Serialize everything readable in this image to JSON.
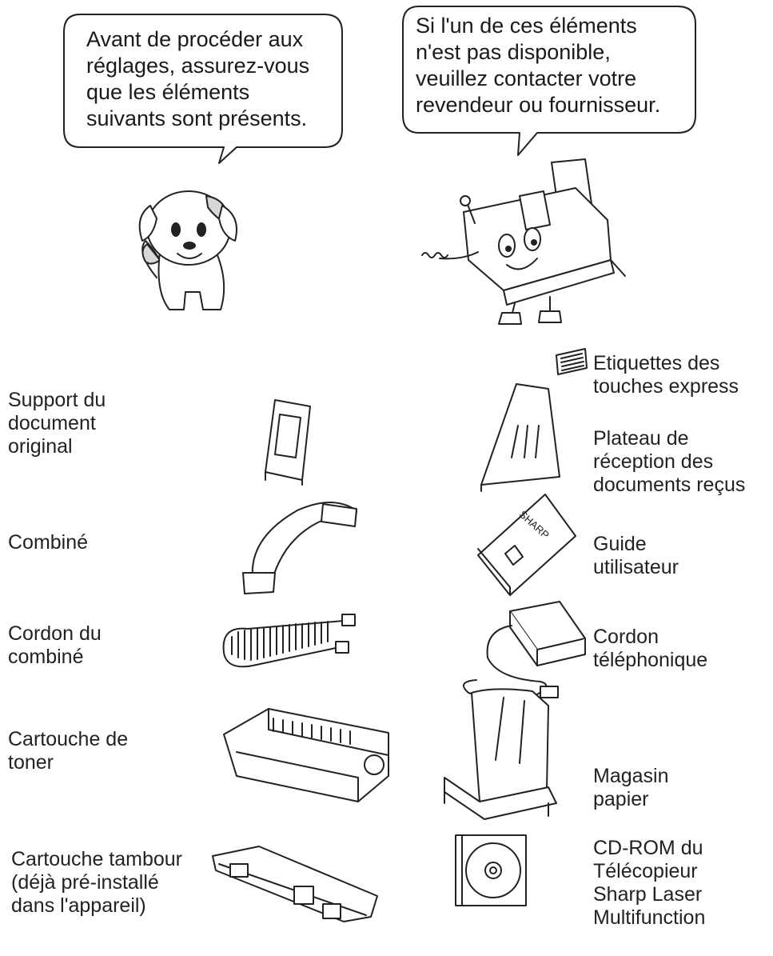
{
  "bubbles": {
    "left": "Avant de procéder aux\nréglages, assurez-vous\nque les éléments\nsuivants sont présents.",
    "right": "Si l'un de ces éléments\nn'est pas disponible,\nveuillez contacter votre\nrevendeur ou fournisseur."
  },
  "items": {
    "speed_dial_labels": "Etiquettes des\ntouches express",
    "document_support": "Support du\ndocument\noriginal",
    "receive_tray": "Plateau de\nréception des\ndocuments reçus",
    "handset": "Combiné",
    "user_guide": "Guide\nutilisateur",
    "handset_cord": "Cordon du\ncombiné",
    "telephone_cord": "Cordon\ntéléphonique",
    "toner_cartridge": "Cartouche de\ntoner",
    "paper_tray": "Magasin\npapier",
    "drum_cartridge": "Cartouche tambour\n(déjà pré-installé\ndans l'appareil)",
    "cdrom": "CD-ROM du\nTélécopieur\nSharp Laser\nMultifunction"
  },
  "brand_mark": "SHARP",
  "colors": {
    "text": "#1a1a1a",
    "line": "#222222",
    "shade": "#d7d7d7"
  }
}
